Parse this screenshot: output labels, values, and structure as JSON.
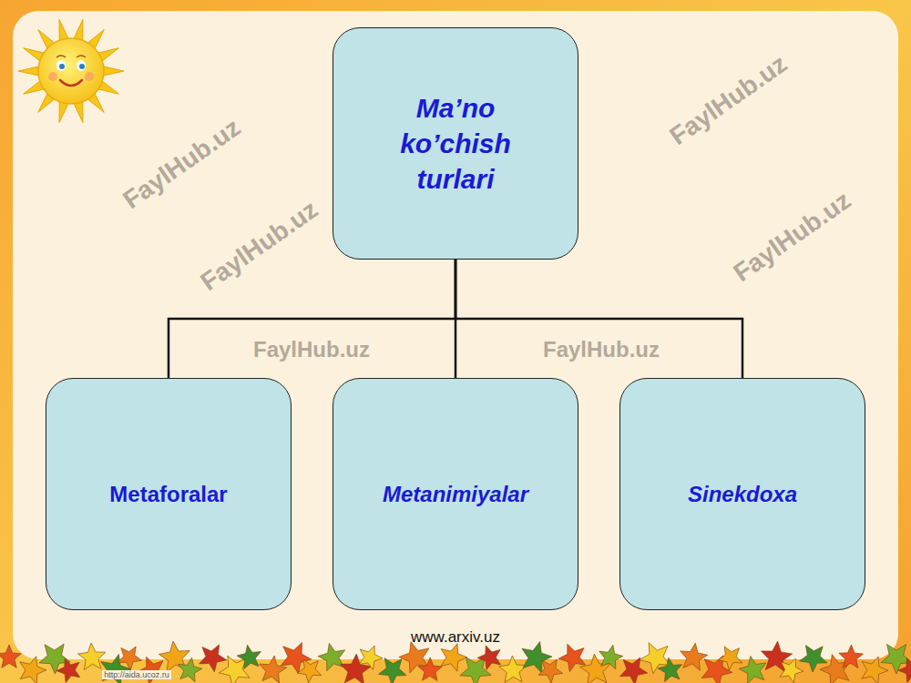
{
  "diagram": {
    "nodes": [
      {
        "text": [
          "Ma’no ko’chish turlari"
        ]
      },
      {
        "text": [
          "Metaforalar"
        ]
      },
      {
        "text": [
          "Metanimiyalar"
        ]
      },
      {
        "text": [
          "Sinekdoxa"
        ]
      }
    ],
    "edges": [
      {
        "from": 0,
        "to": 1,
        "arrow": "none"
      },
      {
        "from": 0,
        "to": 2,
        "arrow": "none"
      },
      {
        "from": 0,
        "to": 3,
        "arrow": "none"
      }
    ],
    "labels": [
      "FaylHub.uz",
      "FaylHub.uz",
      "FaylHub.uz",
      "FaylHub.uz",
      "FaylHub.uz",
      "FaylHub.uz",
      "www.arxiv.uz",
      "http://aida.ucoz.ru"
    ]
  }
}
